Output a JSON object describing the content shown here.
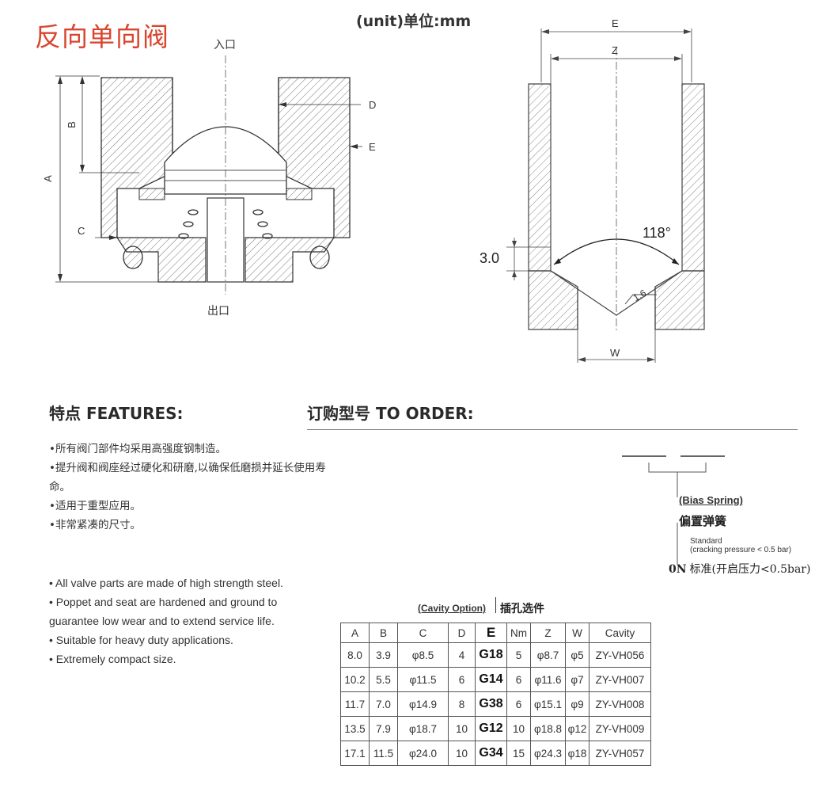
{
  "header": {
    "title_cn": "反向单向阀",
    "unit_label": "(unit)单位:mm"
  },
  "drawing_left": {
    "inlet_label": "入口",
    "outlet_label": "出口",
    "dim_A": "A",
    "dim_B": "B",
    "dim_C": "C",
    "dim_D": "D",
    "dim_E": "E"
  },
  "drawing_right": {
    "dim_E": "E",
    "dim_Z": "Z",
    "dim_W": "W",
    "angle": "118°",
    "depth": "3.0",
    "roughness": "1.6"
  },
  "features": {
    "title": "特点 FEATURES:",
    "items_cn": [
      "•所有阀门部件均采用高强度钢制造。",
      "•提升阀和阀座经过硬化和研磨,以确保低磨损并延长使用寿命。",
      "•适用于重型应用。",
      "•非常紧凑的尺寸。"
    ],
    "items_en": [
      "• All valve parts are made of high strength steel.",
      "• Poppet and seat are hardened and ground to guarantee low wear and to extend service life.",
      "• Suitable for heavy duty applications.",
      "• Extremely compact size."
    ]
  },
  "order": {
    "title": "订购型号 TO ORDER:",
    "bias_spring_en": "(Bias Spring)",
    "bias_spring_cn": "偏置弹簧",
    "standard_line1": "Standard",
    "standard_line2": "(cracking pressure < 0.5 bar)",
    "standard_code": "0N",
    "standard_cn": "标准(开启压力<0.5bar)"
  },
  "cavity": {
    "title_en": "(Cavity Option)",
    "title_cn": "插孔选件",
    "headers": [
      "A",
      "B",
      "C",
      "D",
      "E",
      "Nm",
      "Z",
      "W",
      "Cavity"
    ],
    "rows": [
      [
        "8.0",
        "3.9",
        "φ8.5",
        "4",
        "G18",
        "5",
        "φ8.7",
        "φ5",
        "ZY-VH056"
      ],
      [
        "10.2",
        "5.5",
        "φ11.5",
        "6",
        "G14",
        "6",
        "φ11.6",
        "φ7",
        "ZY-VH007"
      ],
      [
        "11.7",
        "7.0",
        "φ14.9",
        "8",
        "G38",
        "6",
        "φ15.1",
        "φ9",
        "ZY-VH008"
      ],
      [
        "13.5",
        "7.9",
        "φ18.7",
        "10",
        "G12",
        "10",
        "φ18.8",
        "φ12",
        "ZY-VH009"
      ],
      [
        "17.1",
        "11.5",
        "φ24.0",
        "10",
        "G34",
        "15",
        "φ24.3",
        "φ18",
        "ZY-VH057"
      ]
    ]
  }
}
